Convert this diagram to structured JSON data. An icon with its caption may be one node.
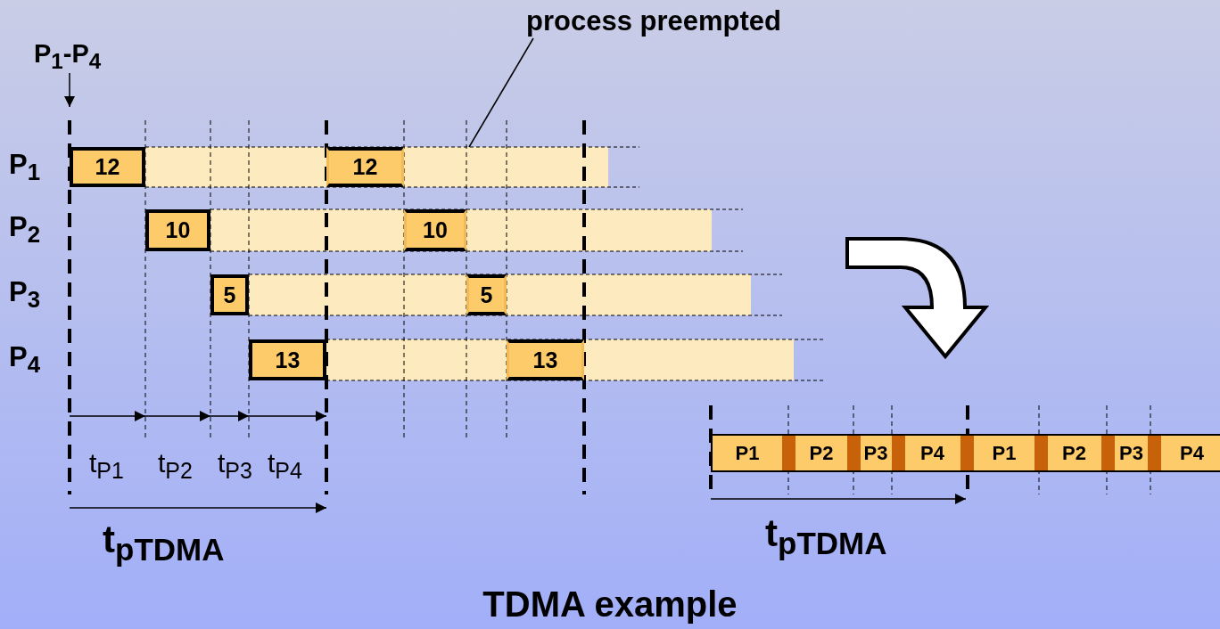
{
  "diagram": {
    "caption": "TDMA example",
    "nodes": [
      {
        "text": [
          "process preempted"
        ]
      },
      {
        "text": [],
        "shape": "bar"
      },
      {
        "text": [],
        "shape": "bar"
      },
      {
        "text": [],
        "shape": "bar"
      },
      {
        "text": [],
        "shape": "bar"
      }
    ],
    "edges": [
      {
        "from": 0,
        "to": 1,
        "arrow": "none"
      }
    ],
    "labels": [
      "P$_{1}$-P$_{4}$",
      "P$_{1}$",
      "12",
      "12",
      "P$_{2}$",
      "10",
      "10",
      "P$_{3}$",
      "5",
      "5",
      "P$_{4}$",
      "13",
      "13",
      "t$_{P1}$",
      "t$_{P2}$",
      "t$_{P3}$",
      "t$_{P4}$",
      "P1",
      "P2",
      "P3",
      "P4",
      "P1",
      "P2",
      "P3",
      "P4",
      "t$_{pTDMA}$",
      "t$_{pTDMA}$"
    ]
  }
}
